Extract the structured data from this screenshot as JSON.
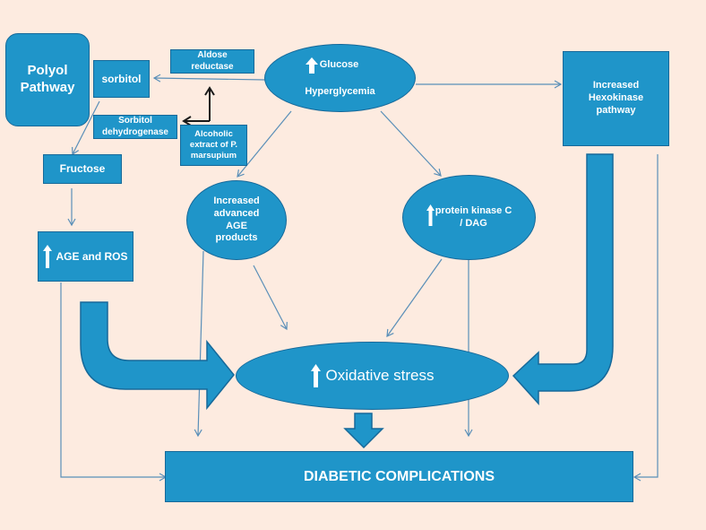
{
  "diagram": {
    "title": "Diabetic complications pathways",
    "colors": {
      "background": "#fdebe0",
      "node_fill": "#1f95c9",
      "node_border": "#16699a",
      "thin_arrow": "#5a8fb8",
      "inhibit_arrow": "#1a1a1a",
      "text": "#ffffff"
    },
    "nodes": {
      "polyol": "Polyol\nPathway",
      "sorbitol": "sorbitol",
      "aldose": "Aldose\nreductase",
      "sorbitol_dh": "Sorbitol\ndehydrogenase",
      "alcoholic": "Alcoholic\nextract of P.\nmarsupium",
      "fructose": "Fructose",
      "age_ros": "AGE and ROS",
      "glucose": "Glucose",
      "hyperglycemia": "Hyperglycemia",
      "hexokinase": "Increased\nHexokinase\npathway",
      "age_products": "Increased\nadvanced\nAGE\nproducts",
      "pkc": "protein kinase C\n/ DAG",
      "oxidative": "Oxidative stress",
      "complications": "DIABETIC COMPLICATIONS"
    },
    "icons": {
      "increase": "up-arrow-icon"
    },
    "edges": [
      {
        "from": "hyperglycemia",
        "to": "sorbitol",
        "type": "thin"
      },
      {
        "from": "hyperglycemia",
        "to": "hexokinase",
        "type": "thin"
      },
      {
        "from": "hyperglycemia",
        "to": "age_products",
        "type": "thin"
      },
      {
        "from": "hyperglycemia",
        "to": "pkc",
        "type": "thin"
      },
      {
        "from": "sorbitol",
        "to": "fructose",
        "type": "thin"
      },
      {
        "from": "fructose",
        "to": "age_ros",
        "type": "thin"
      },
      {
        "from": "alcoholic",
        "to": "aldose",
        "type": "inhibit"
      },
      {
        "from": "alcoholic",
        "to": "sorbitol_dh",
        "type": "inhibit"
      },
      {
        "from": "age_products",
        "to": "oxidative",
        "type": "thin"
      },
      {
        "from": "pkc",
        "to": "oxidative",
        "type": "thin"
      },
      {
        "from": "age_products",
        "to": "complications",
        "type": "thin"
      },
      {
        "from": "pkc",
        "to": "complications",
        "type": "thin"
      },
      {
        "from": "age_ros",
        "to": "complications",
        "type": "thin"
      },
      {
        "from": "hexokinase",
        "to": "complications",
        "type": "thin"
      },
      {
        "from": "age_ros",
        "to": "oxidative",
        "type": "block"
      },
      {
        "from": "hexokinase",
        "to": "oxidative",
        "type": "block"
      },
      {
        "from": "oxidative",
        "to": "complications",
        "type": "block"
      }
    ]
  }
}
